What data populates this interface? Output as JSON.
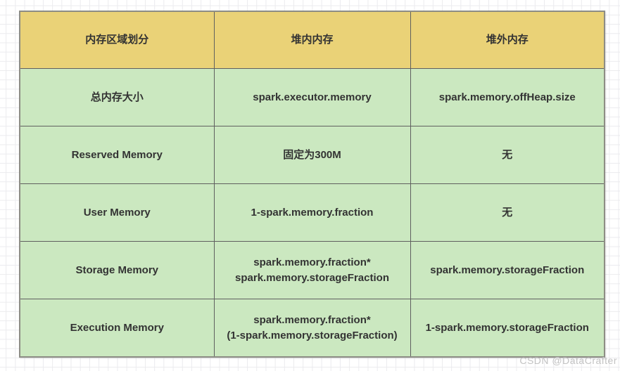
{
  "colors": {
    "header-bg": "#ead277",
    "row-bg": "#cbe8c0",
    "border-inner": "#5f5f5f",
    "border-outer": "#8d8d85",
    "text": "#333333",
    "watermark": "#c2c2c2",
    "grid": "#ebebee"
  },
  "table": {
    "headers": [
      "内存区域划分",
      "堆内内存",
      "堆外内存"
    ],
    "rows": [
      [
        "总内存大小",
        "spark.executor.memory",
        "spark.memory.offHeap.size"
      ],
      [
        "Reserved Memory",
        "固定为300M",
        "无"
      ],
      [
        "User Memory",
        "1-spark.memory.fraction",
        "无"
      ],
      [
        "Storage Memory",
        "spark.memory.fraction*\nspark.memory.storageFraction",
        "spark.memory.storageFraction"
      ],
      [
        "Execution Memory",
        "spark.memory.fraction*\n(1-spark.memory.storageFraction)",
        "1-spark.memory.storageFraction"
      ]
    ]
  },
  "watermark": "CSDN @DataCrafter"
}
